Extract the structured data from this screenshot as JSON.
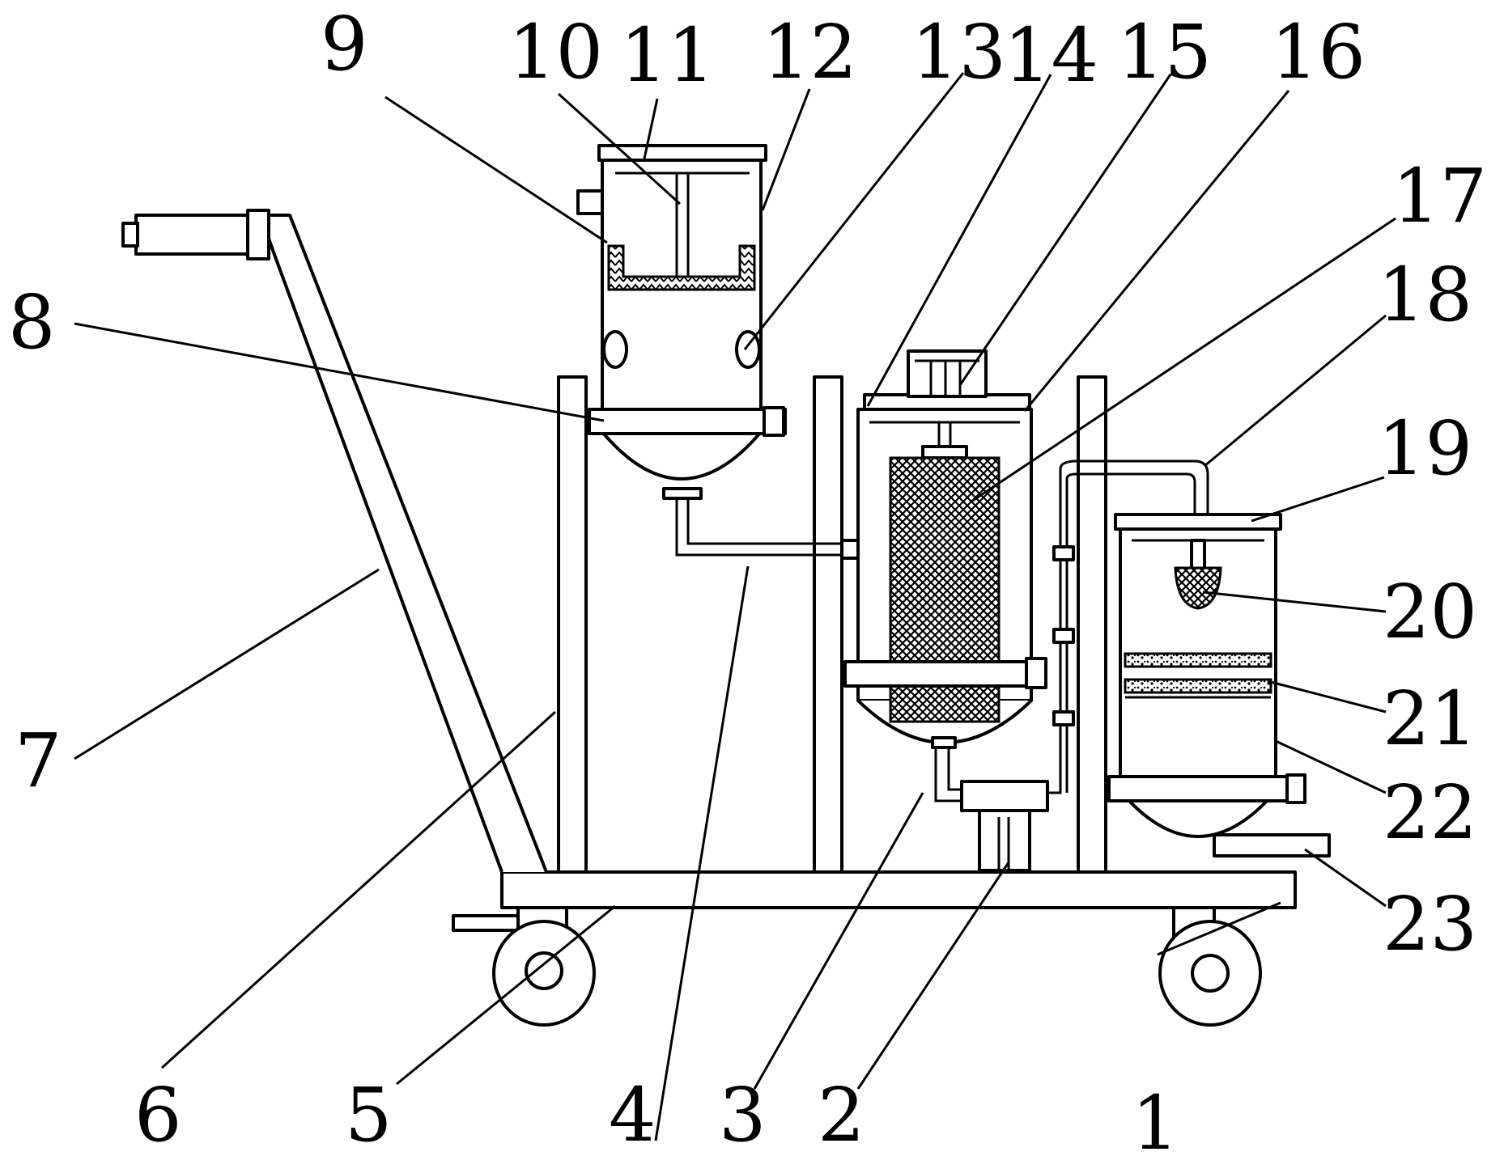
{
  "figure": {
    "line_color": "#000000",
    "background": "#ffffff",
    "labels": [
      "1",
      "2",
      "3",
      "4",
      "5",
      "6",
      "7",
      "8",
      "9",
      "10",
      "11",
      "12",
      "13",
      "14",
      "15",
      "16",
      "17",
      "18",
      "19",
      "20",
      "21",
      "22",
      "23"
    ]
  }
}
